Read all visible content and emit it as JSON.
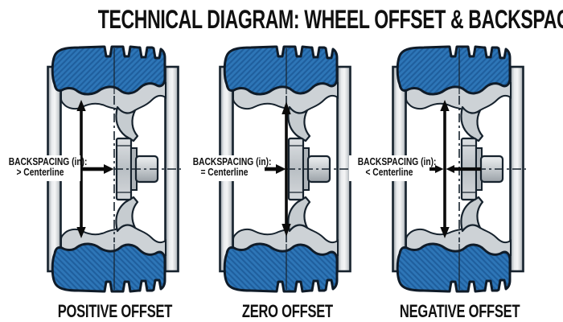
{
  "title": "TECHNICAL DIAGRAM: WHEEL OFFSET & BACKSPACING",
  "wheels": [
    {
      "id": "positive-offset",
      "backspacing_label": "BACKSPACING (in):",
      "backspacing_relation": "> Centerline",
      "caption": "POSITIVE OFFSET"
    },
    {
      "id": "zero-offset",
      "backspacing_label": "BACKSPACING (in):",
      "backspacing_relation": "= Centerline",
      "caption": "ZERO OFFSET"
    },
    {
      "id": "negative-offset",
      "backspacing_label": "BACKSPACING (in):",
      "backspacing_relation": "< Centerline",
      "caption": "NEGATIVE OFFSET"
    }
  ],
  "colors": {
    "tire_blue": "#2e76b7",
    "tire_hatch": "#1f5f9e",
    "tire_outline": "#0f1b28",
    "rim_gray": "#c9ced2",
    "outline_dark": "#16222d",
    "arrow_black": "#0b0b0b",
    "text_black": "#101010",
    "background": "#ffffff"
  }
}
